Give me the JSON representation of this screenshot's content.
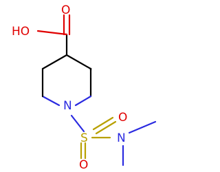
{
  "molecule": {
    "atoms": {
      "hydroxyl": "HO",
      "carbonyl_oxygen": "O",
      "ring_nitrogen": "N",
      "sulfur": "S",
      "sulfonyl_oxygen_top": "O",
      "sulfonyl_oxygen_bottom": "O",
      "amine_nitrogen": "N"
    }
  },
  "colors": {
    "carbon_bond": "#000000",
    "oxygen": "#e00000",
    "nitrogen": "#2a2ae0",
    "sulfur": "#b8a000"
  }
}
